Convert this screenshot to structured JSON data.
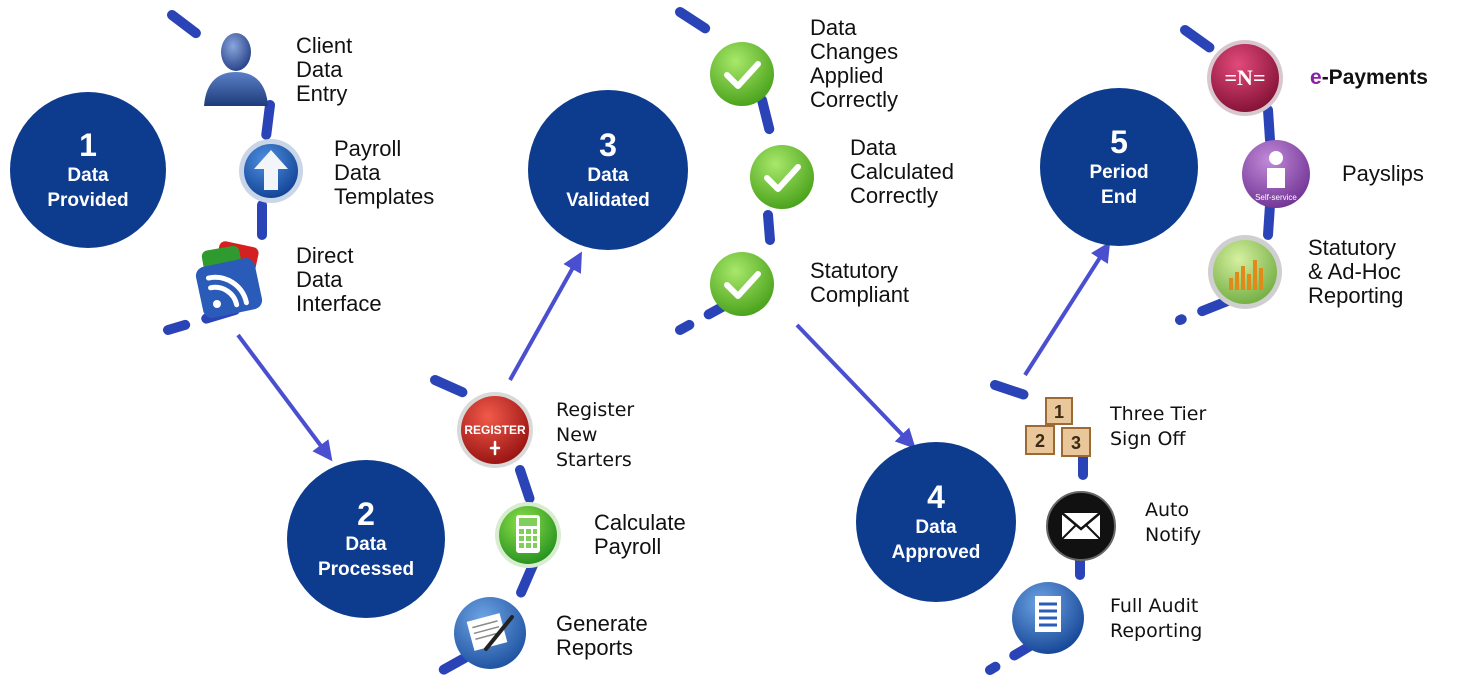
{
  "stages": [
    {
      "number": "1",
      "title": [
        "Data",
        "Provided"
      ]
    },
    {
      "number": "2",
      "title": [
        "Data",
        "Processed"
      ]
    },
    {
      "number": "3",
      "title": [
        "Data",
        "Validated"
      ]
    },
    {
      "number": "4",
      "title": [
        "Data",
        "Approved"
      ]
    },
    {
      "number": "5",
      "title": [
        "Period",
        "End"
      ]
    }
  ],
  "steps": {
    "client_data_entry": [
      "Client",
      "Data",
      "Entry"
    ],
    "payroll_data_templates": [
      "Payroll",
      "Data",
      "Templates"
    ],
    "direct_data_interface": [
      "Direct",
      "Data",
      "Interface"
    ],
    "register_new_starters": [
      "Register",
      "New",
      "Starters"
    ],
    "calculate_payroll": [
      "Calculate",
      "Payroll"
    ],
    "generate_reports": [
      "Generate",
      "Reports"
    ],
    "data_changes_applied": [
      "Data",
      "Changes",
      "Applied",
      "Correctly"
    ],
    "data_calculated": [
      "Data",
      "Calculated",
      "Correctly"
    ],
    "statutory_compliant": [
      "Statutory",
      "Compliant"
    ],
    "three_tier_sign_off": [
      "Three Tier",
      "Sign Off"
    ],
    "auto_notify": [
      "Auto",
      "Notify"
    ],
    "full_audit_reporting": [
      "Full Audit",
      "Reporting"
    ],
    "e_payments": {
      "prefix": "e",
      "rest": "-Payments"
    },
    "payslips": [
      "Payslips"
    ],
    "statutory_adhoc": [
      "Statutory",
      "& Ad-Hoc",
      "Reporting"
    ]
  },
  "icon_text": {
    "register": "REGISTER",
    "naira": "=N=",
    "self_service": "Self-service",
    "tier_digits": [
      "1",
      "2",
      "3"
    ]
  },
  "colors": {
    "stage_circle": "#0d3b8e",
    "connector": "#2a44b8",
    "arrow": "#4a4fd0",
    "check_green": "#58b81c",
    "e_accent": "#8a1fa8"
  }
}
